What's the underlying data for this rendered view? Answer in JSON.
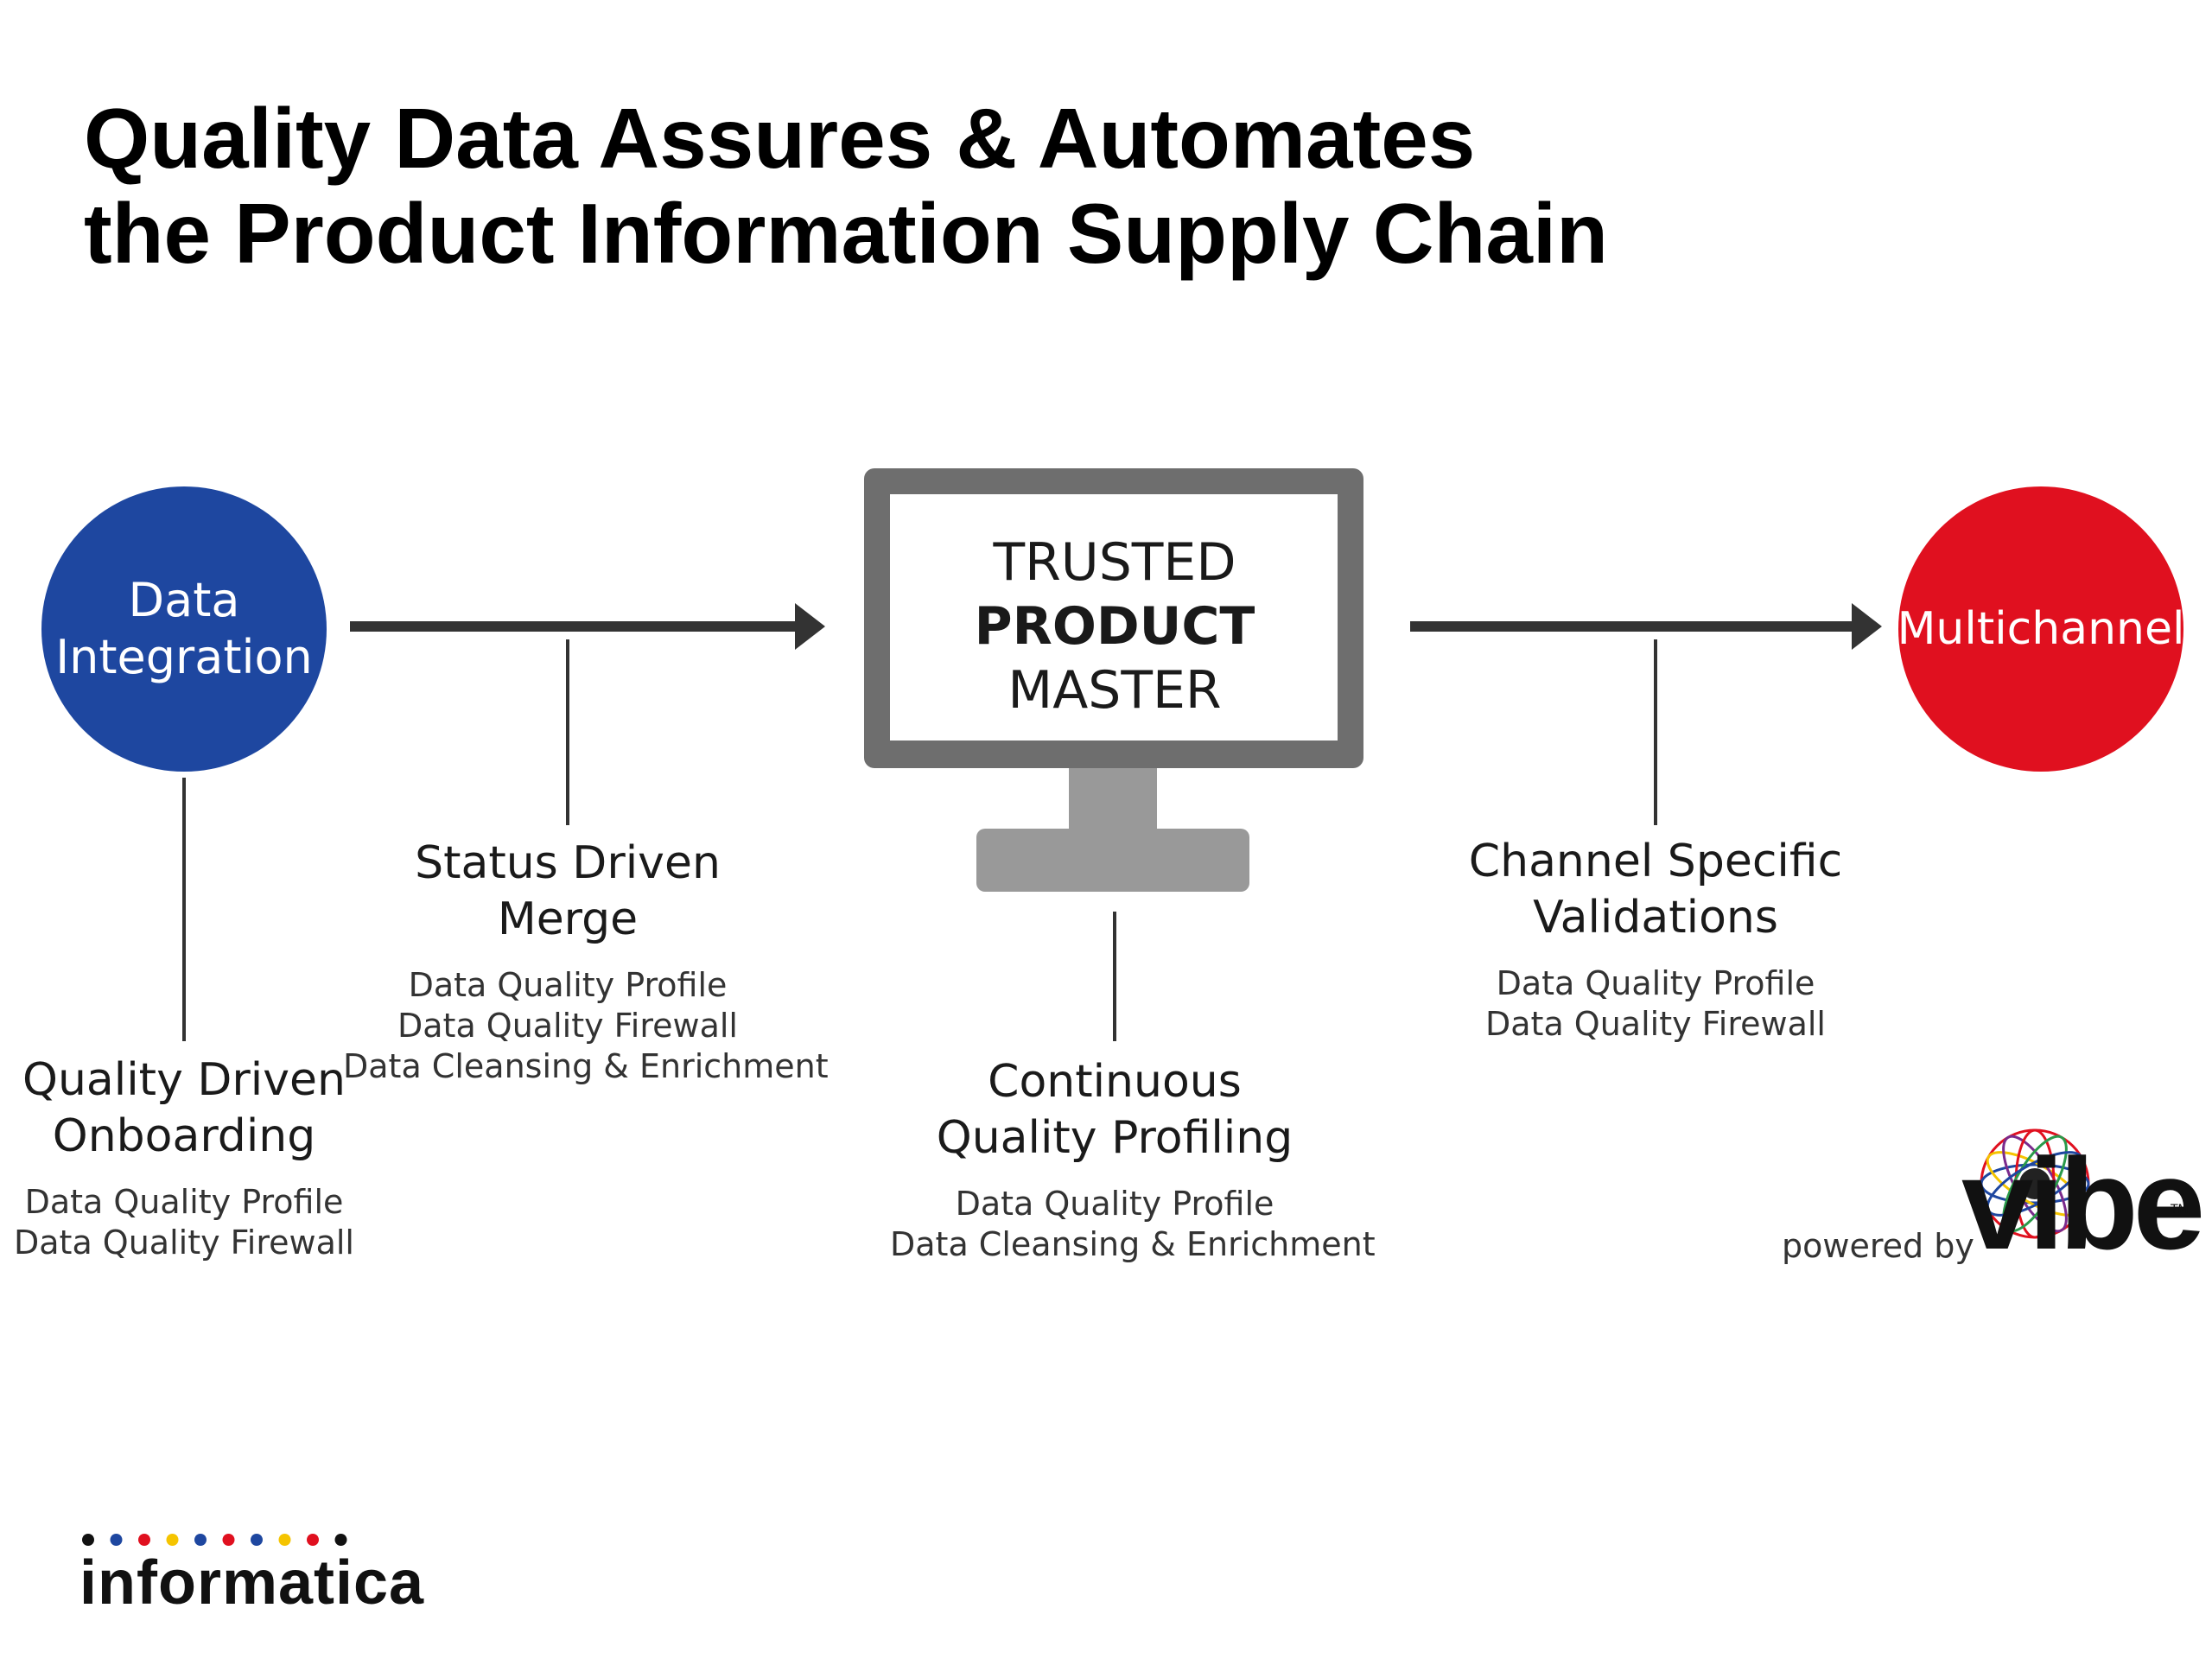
{
  "title": {
    "line1": "Quality Data Assures & Automates",
    "line2": "the Product Information Supply Chain"
  },
  "nodes": {
    "data_integration": {
      "line1": "Data",
      "line2": "Integration",
      "color": "#1e47a0"
    },
    "trusted_product_master": {
      "line1": "TRUSTED",
      "line2": "PRODUCT",
      "line3": "MASTER"
    },
    "multichannel": {
      "label": "Multichannel",
      "color": "#e0101f"
    }
  },
  "callouts": {
    "onboarding": {
      "line1": "Quality Driven",
      "line2": "Onboarding",
      "details": [
        "Data Quality Profile",
        "Data Quality Firewall"
      ]
    },
    "merge": {
      "line1": "Status Driven",
      "line2": "Merge",
      "details": [
        "Data Quality Profile",
        "Data Quality Firewall",
        "Data Cleansing & Enrichment"
      ]
    },
    "profiling": {
      "line1": "Continuous",
      "line2": "Quality Profiling",
      "details": [
        "Data Quality Profile",
        "Data Cleansing & Enrichment"
      ]
    },
    "validations": {
      "line1": "Channel Specific",
      "line2": "Validations",
      "details": [
        "Data Quality Profile",
        "Data Quality Firewall"
      ]
    }
  },
  "branding": {
    "powered_by": "powered by",
    "vibe": "vibe",
    "vibe_tm": "TM",
    "informatica": "informatica",
    "dot_colors": [
      "#111111",
      "#1e47a0",
      "#e0101f",
      "#f5c400",
      "#1e47a0",
      "#e0101f",
      "#1e47a0",
      "#f5c400",
      "#e0101f",
      "#111111"
    ]
  },
  "colors": {
    "monitor_frame": "#6e6e6e",
    "monitor_stand": "#999999",
    "connector": "#333333"
  }
}
